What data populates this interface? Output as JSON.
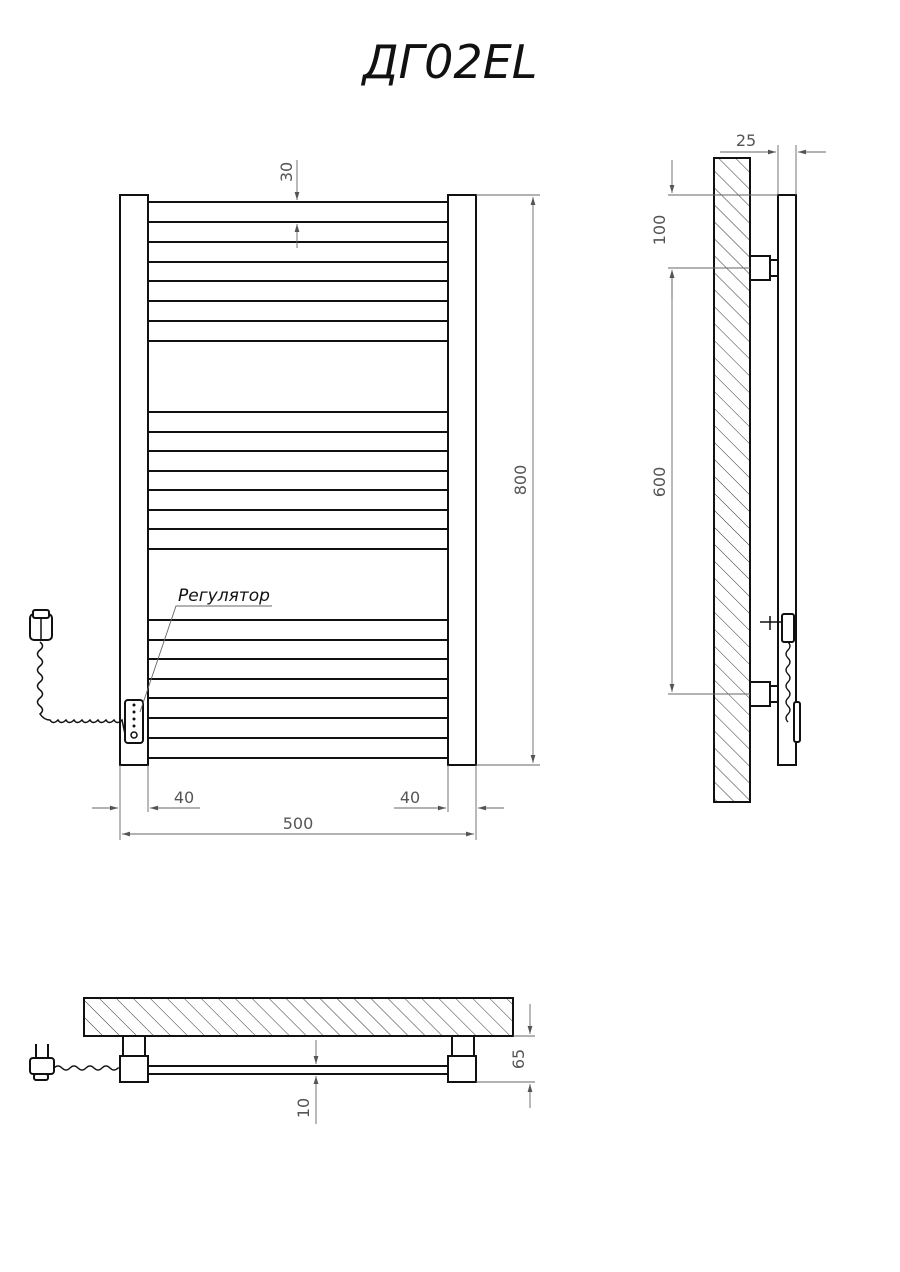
{
  "title": "ДГ02EL",
  "controller_label": "Регулятор",
  "dimensions": {
    "rung_gap": "30",
    "total_height": "800",
    "left_offset": "40",
    "right_offset": "40",
    "total_width": "500",
    "wall_gap": "25",
    "top_to_mount": "100",
    "mount_spacing": "600",
    "depth": "65",
    "rung_thickness": "10"
  },
  "icons": {
    "plug_front": "electric-plug-icon",
    "plug_top": "electric-plug-icon",
    "controller": "thermostat-controller-icon"
  }
}
